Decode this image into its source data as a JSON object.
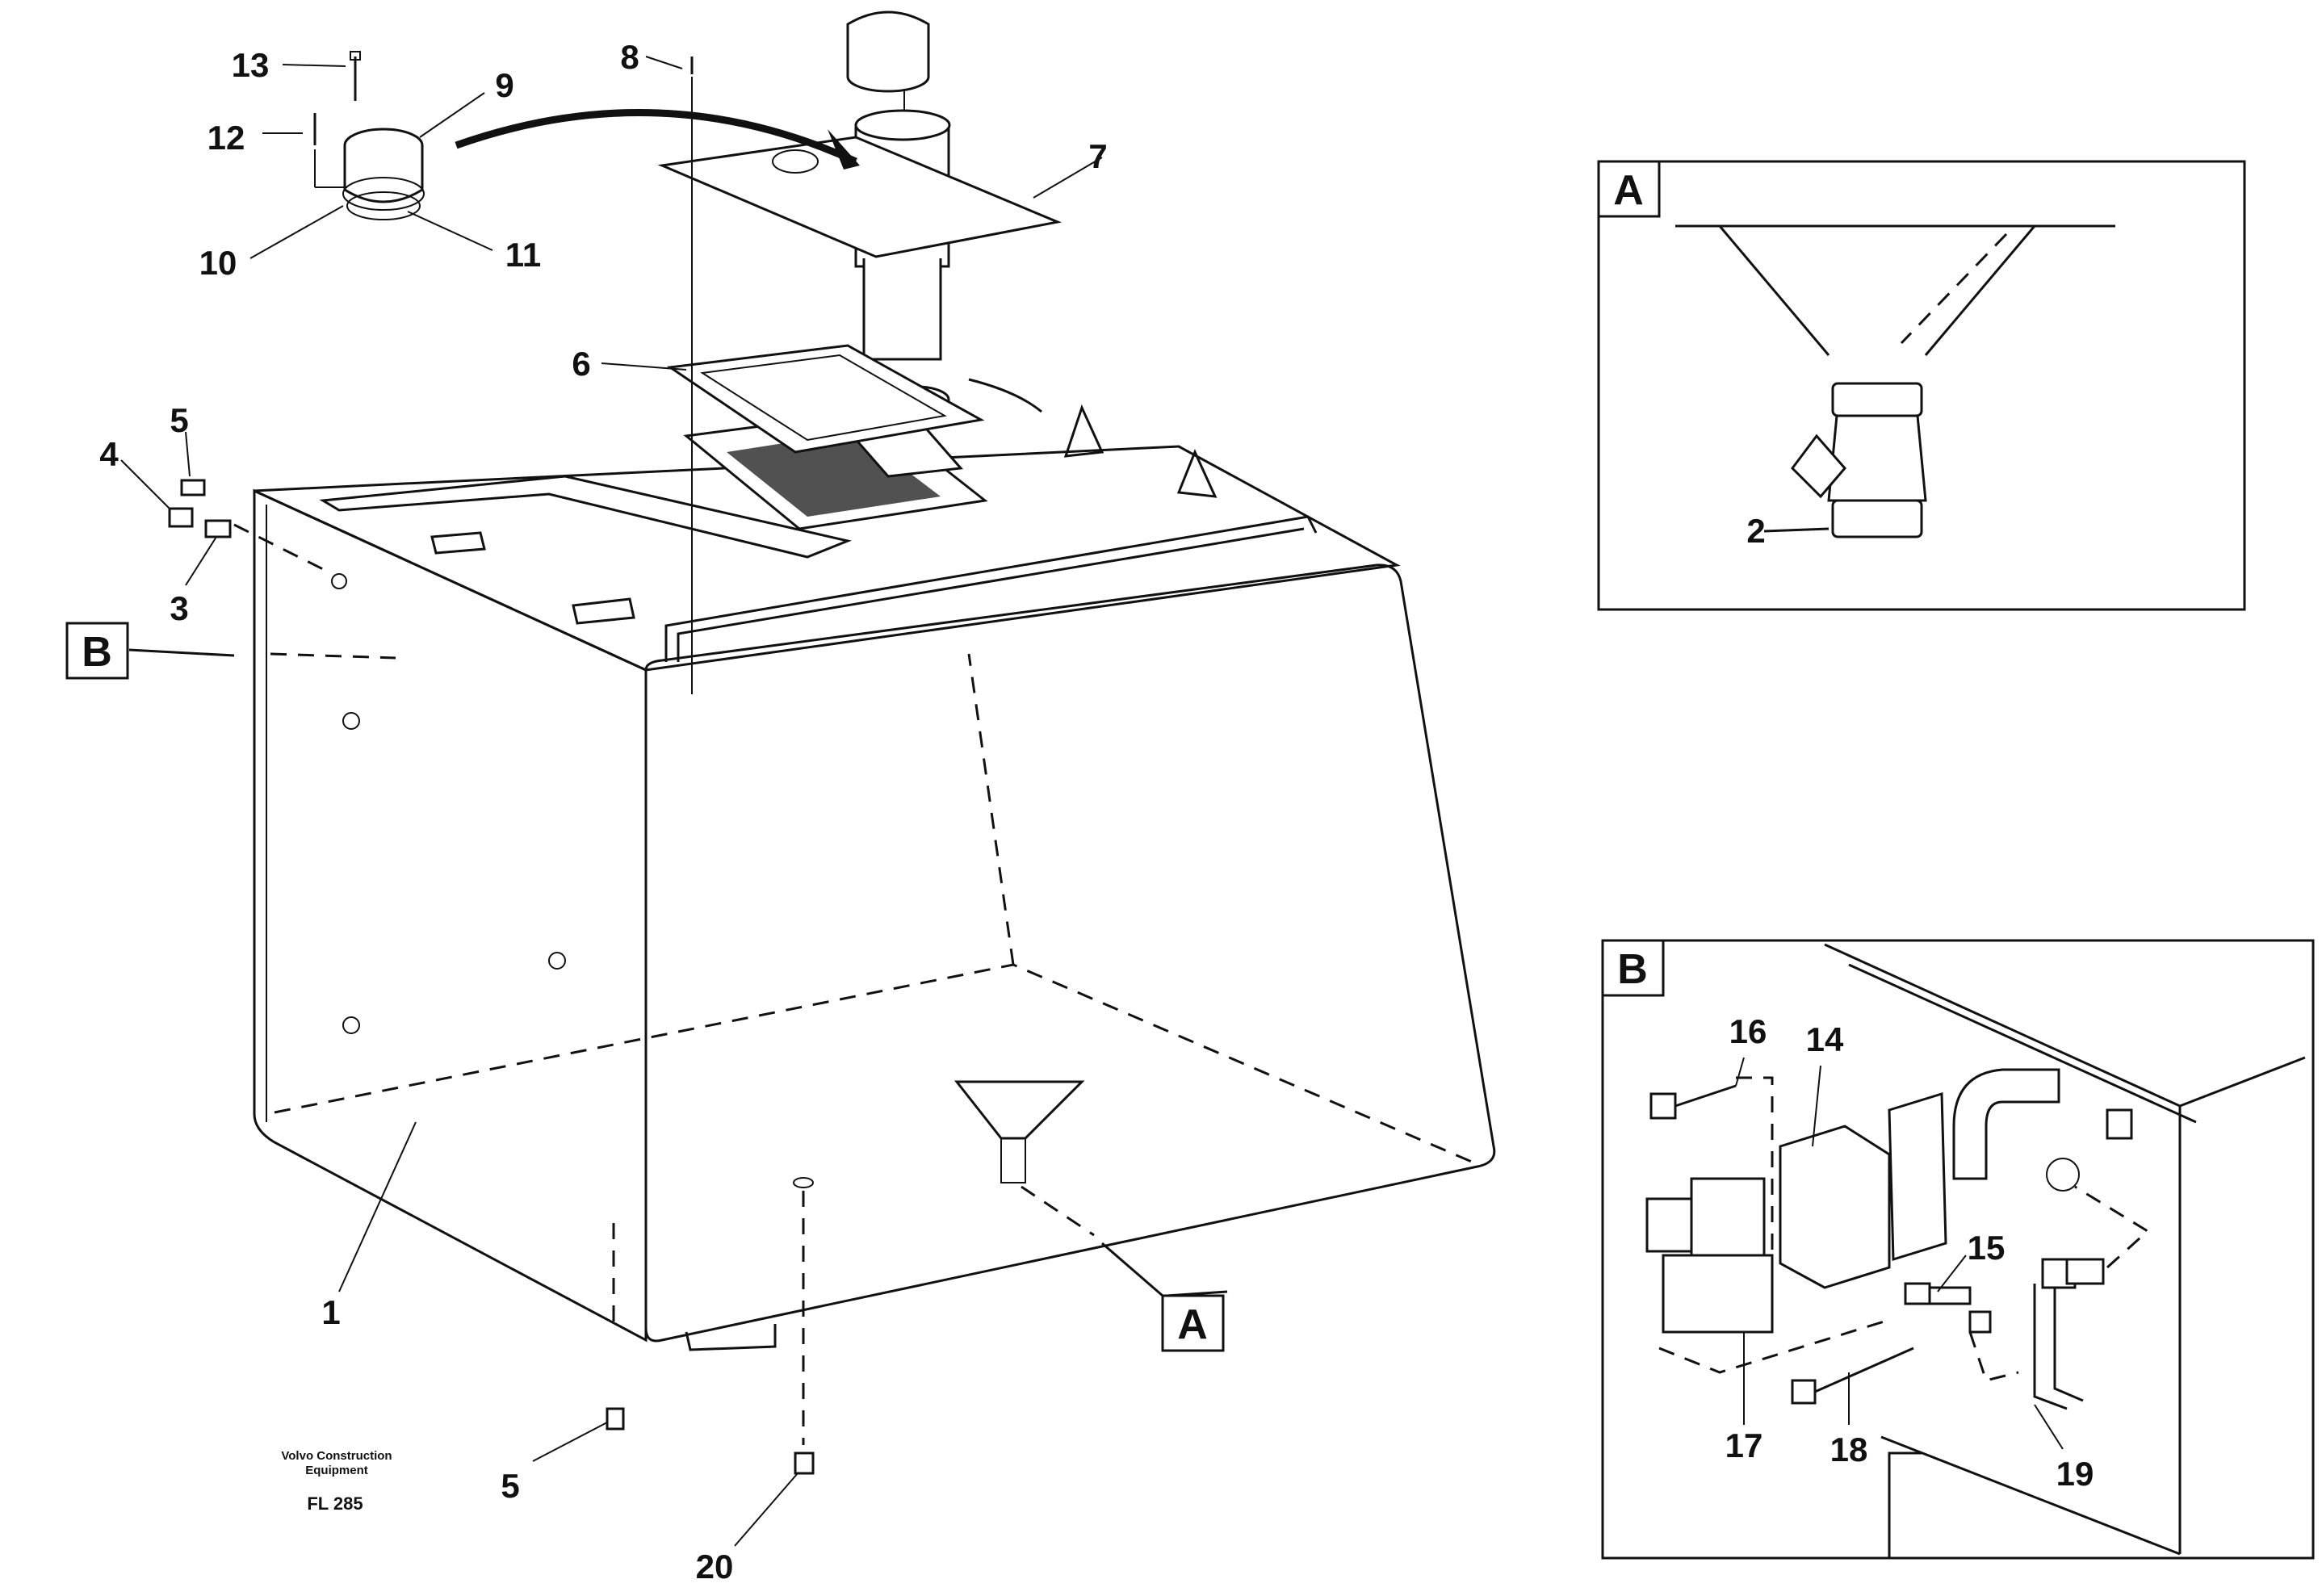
{
  "callouts": {
    "c1": "1",
    "c2": "2",
    "c3": "3",
    "c4": "4",
    "c5a": "5",
    "c5b": "5",
    "c6": "6",
    "c7": "7",
    "c8": "8",
    "c9": "9",
    "c10": "10",
    "c11": "11",
    "c12": "12",
    "c13": "13",
    "c14": "14",
    "c15": "15",
    "c16": "16",
    "c17": "17",
    "c18": "18",
    "c19": "19",
    "c20": "20"
  },
  "view_markers": {
    "a_main": "A",
    "b_main": "B",
    "a_detail": "A",
    "b_detail": "B"
  },
  "footer": {
    "company_line1": "Volvo Construction",
    "company_line2": "Equipment",
    "figure_code": "FL 285"
  }
}
